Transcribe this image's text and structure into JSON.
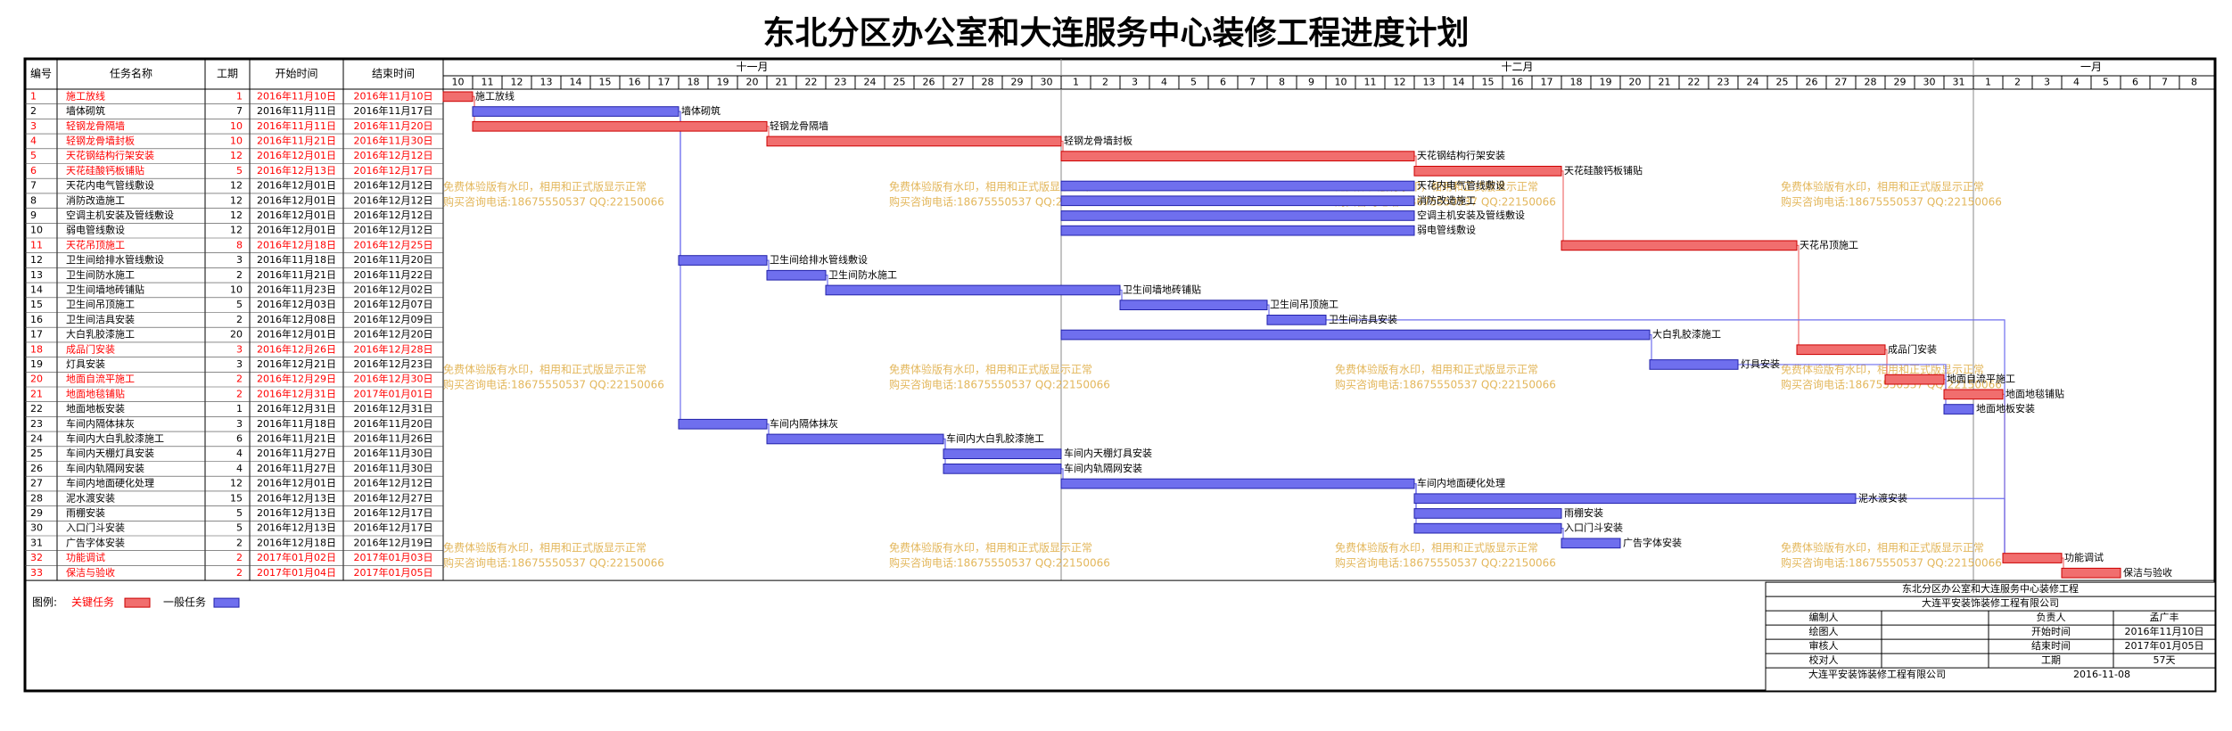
{
  "title": "东北分区办公室和大连服务中心装修工程进度计划",
  "headers": {
    "id": "编号",
    "name": "任务名称",
    "duration": "工期",
    "start": "开始时间",
    "end": "结束时间"
  },
  "months": [
    "十一月",
    "十二月",
    "一月"
  ],
  "days": [
    10,
    11,
    12,
    13,
    14,
    15,
    16,
    17,
    18,
    19,
    20,
    21,
    22,
    23,
    24,
    25,
    26,
    27,
    28,
    29,
    30,
    1,
    2,
    3,
    4,
    5,
    6,
    7,
    8,
    9,
    10,
    11,
    12,
    13,
    14,
    15,
    16,
    17,
    18,
    19,
    20,
    21,
    22,
    23,
    24,
    25,
    26,
    27,
    28,
    29,
    30,
    31,
    1,
    2,
    3,
    4,
    5,
    6,
    7,
    8
  ],
  "watermark": [
    "免费体验版有水印，相用和正式版显示正常",
    "购买咨询电话:18675550537 QQ:22150066"
  ],
  "legend": {
    "label": "图例:",
    "critical": "关键任务",
    "normal": "一般任务",
    "critical_color": "#f16e6e",
    "normal_color": "#6f6fee"
  },
  "info_box": {
    "project": "东北分区办公室和大连服务中心装修工程",
    "company": "大连平安装饰装修工程有限公司",
    "rows": [
      [
        "编制人",
        "",
        "负责人",
        "孟广丰"
      ],
      [
        "绘图人",
        "",
        "开始时间",
        "2016年11月10日"
      ],
      [
        "审核人",
        "",
        "结束时间",
        "2017年01月05日"
      ],
      [
        "校对人",
        "",
        "工期",
        "57天"
      ]
    ],
    "footer_company": "大连平安装饰装修工程有限公司",
    "footer_date": "2016-11-08"
  },
  "chart_data": {
    "type": "gantt",
    "title": "东北分区办公室和大连服务中心装修工程进度计划",
    "x_range": [
      "2016-11-10",
      "2017-01-08"
    ],
    "series": [
      {
        "name": "关键任务"
      },
      {
        "name": "一般任务"
      }
    ],
    "tasks": [
      {
        "id": "1",
        "name": "施工放线",
        "duration": "1",
        "start": "2016年11月10日",
        "end": "2016年11月10日",
        "s": "2016-11-10",
        "e": "2016-11-10",
        "critical": true
      },
      {
        "id": "2",
        "name": "墙体砌筑",
        "duration": "7",
        "start": "2016年11月11日",
        "end": "2016年11月17日",
        "s": "2016-11-11",
        "e": "2016-11-17",
        "critical": false
      },
      {
        "id": "3",
        "name": "轻钢龙骨隔墙",
        "duration": "10",
        "start": "2016年11月11日",
        "end": "2016年11月20日",
        "s": "2016-11-11",
        "e": "2016-11-20",
        "critical": true
      },
      {
        "id": "4",
        "name": "轻钢龙骨墙封板",
        "duration": "10",
        "start": "2016年11月21日",
        "end": "2016年11月30日",
        "s": "2016-11-21",
        "e": "2016-11-30",
        "critical": true
      },
      {
        "id": "5",
        "name": "天花钢结构行架安装",
        "duration": "12",
        "start": "2016年12月01日",
        "end": "2016年12月12日",
        "s": "2016-12-01",
        "e": "2016-12-12",
        "critical": true
      },
      {
        "id": "6",
        "name": "天花硅酸钙板铺贴",
        "duration": "5",
        "start": "2016年12月13日",
        "end": "2016年12月17日",
        "s": "2016-12-13",
        "e": "2016-12-17",
        "critical": true
      },
      {
        "id": "7",
        "name": "天花内电气管线敷设",
        "duration": "12",
        "start": "2016年12月01日",
        "end": "2016年12月12日",
        "s": "2016-12-01",
        "e": "2016-12-12",
        "critical": false
      },
      {
        "id": "8",
        "name": "消防改造施工",
        "duration": "12",
        "start": "2016年12月01日",
        "end": "2016年12月12日",
        "s": "2016-12-01",
        "e": "2016-12-12",
        "critical": false
      },
      {
        "id": "9",
        "name": "空调主机安装及管线敷设",
        "duration": "12",
        "start": "2016年12月01日",
        "end": "2016年12月12日",
        "s": "2016-12-01",
        "e": "2016-12-12",
        "critical": false
      },
      {
        "id": "10",
        "name": "弱电管线敷设",
        "duration": "12",
        "start": "2016年12月01日",
        "end": "2016年12月12日",
        "s": "2016-12-01",
        "e": "2016-12-12",
        "critical": false
      },
      {
        "id": "11",
        "name": "天花吊顶施工",
        "duration": "8",
        "start": "2016年12月18日",
        "end": "2016年12月25日",
        "s": "2016-12-18",
        "e": "2016-12-25",
        "critical": true
      },
      {
        "id": "12",
        "name": "卫生间给排水管线敷设",
        "duration": "3",
        "start": "2016年11月18日",
        "end": "2016年11月20日",
        "s": "2016-11-18",
        "e": "2016-11-20",
        "critical": false
      },
      {
        "id": "13",
        "name": "卫生间防水施工",
        "duration": "2",
        "start": "2016年11月21日",
        "end": "2016年11月22日",
        "s": "2016-11-21",
        "e": "2016-11-22",
        "critical": false
      },
      {
        "id": "14",
        "name": "卫生间墙地砖铺贴",
        "duration": "10",
        "start": "2016年11月23日",
        "end": "2016年12月02日",
        "s": "2016-11-23",
        "e": "2016-12-02",
        "critical": false
      },
      {
        "id": "15",
        "name": "卫生间吊顶施工",
        "duration": "5",
        "start": "2016年12月03日",
        "end": "2016年12月07日",
        "s": "2016-12-03",
        "e": "2016-12-07",
        "critical": false
      },
      {
        "id": "16",
        "name": "卫生间洁具安装",
        "duration": "2",
        "start": "2016年12月08日",
        "end": "2016年12月09日",
        "s": "2016-12-08",
        "e": "2016-12-09",
        "critical": false
      },
      {
        "id": "17",
        "name": "大白乳胶漆施工",
        "duration": "20",
        "start": "2016年12月01日",
        "end": "2016年12月20日",
        "s": "2016-12-01",
        "e": "2016-12-20",
        "critical": false
      },
      {
        "id": "18",
        "name": "成品门安装",
        "duration": "3",
        "start": "2016年12月26日",
        "end": "2016年12月28日",
        "s": "2016-12-26",
        "e": "2016-12-28",
        "critical": true
      },
      {
        "id": "19",
        "name": "灯具安装",
        "duration": "3",
        "start": "2016年12月21日",
        "end": "2016年12月23日",
        "s": "2016-12-21",
        "e": "2016-12-23",
        "critical": false
      },
      {
        "id": "20",
        "name": "地面自流平施工",
        "duration": "2",
        "start": "2016年12月29日",
        "end": "2016年12月30日",
        "s": "2016-12-29",
        "e": "2016-12-30",
        "critical": true
      },
      {
        "id": "21",
        "name": "地面地毯铺贴",
        "duration": "2",
        "start": "2016年12月31日",
        "end": "2017年01月01日",
        "s": "2016-12-31",
        "e": "2017-01-01",
        "critical": true
      },
      {
        "id": "22",
        "name": "地面地板安装",
        "duration": "1",
        "start": "2016年12月31日",
        "end": "2016年12月31日",
        "s": "2016-12-31",
        "e": "2016-12-31",
        "critical": false
      },
      {
        "id": "23",
        "name": "车间内隔体抹灰",
        "duration": "3",
        "start": "2016年11月18日",
        "end": "2016年11月20日",
        "s": "2016-11-18",
        "e": "2016-11-20",
        "critical": false
      },
      {
        "id": "24",
        "name": "车间内大白乳胶漆施工",
        "duration": "6",
        "start": "2016年11月21日",
        "end": "2016年11月26日",
        "s": "2016-11-21",
        "e": "2016-11-26",
        "critical": false
      },
      {
        "id": "25",
        "name": "车间内天棚灯具安装",
        "duration": "4",
        "start": "2016年11月27日",
        "end": "2016年11月30日",
        "s": "2016-11-27",
        "e": "2016-11-30",
        "critical": false
      },
      {
        "id": "26",
        "name": "车间内轨隔网安装",
        "duration": "4",
        "start": "2016年11月27日",
        "end": "2016年11月30日",
        "s": "2016-11-27",
        "e": "2016-11-30",
        "critical": false
      },
      {
        "id": "27",
        "name": "车间内地面硬化处理",
        "duration": "12",
        "start": "2016年12月01日",
        "end": "2016年12月12日",
        "s": "2016-12-01",
        "e": "2016-12-12",
        "critical": false
      },
      {
        "id": "28",
        "name": "泥水渡安装",
        "duration": "15",
        "start": "2016年12月13日",
        "end": "2016年12月27日",
        "s": "2016-12-13",
        "e": "2016-12-27",
        "critical": false
      },
      {
        "id": "29",
        "name": "雨棚安装",
        "duration": "5",
        "start": "2016年12月13日",
        "end": "2016年12月17日",
        "s": "2016-12-13",
        "e": "2016-12-17",
        "critical": false
      },
      {
        "id": "30",
        "name": "入口门斗安装",
        "duration": "5",
        "start": "2016年12月13日",
        "end": "2016年12月17日",
        "s": "2016-12-13",
        "e": "2016-12-17",
        "critical": false
      },
      {
        "id": "31",
        "name": "广告字体安装",
        "duration": "2",
        "start": "2016年12月18日",
        "end": "2016年12月19日",
        "s": "2016-12-18",
        "e": "2016-12-19",
        "critical": false
      },
      {
        "id": "32",
        "name": "功能调试",
        "duration": "2",
        "start": "2017年01月02日",
        "end": "2017年01月03日",
        "s": "2017-01-02",
        "e": "2017-01-03",
        "critical": true
      },
      {
        "id": "33",
        "name": "保洁与验收",
        "duration": "2",
        "start": "2017年01月04日",
        "end": "2017年01月05日",
        "s": "2017-01-04",
        "e": "2017-01-05",
        "critical": true
      }
    ]
  }
}
